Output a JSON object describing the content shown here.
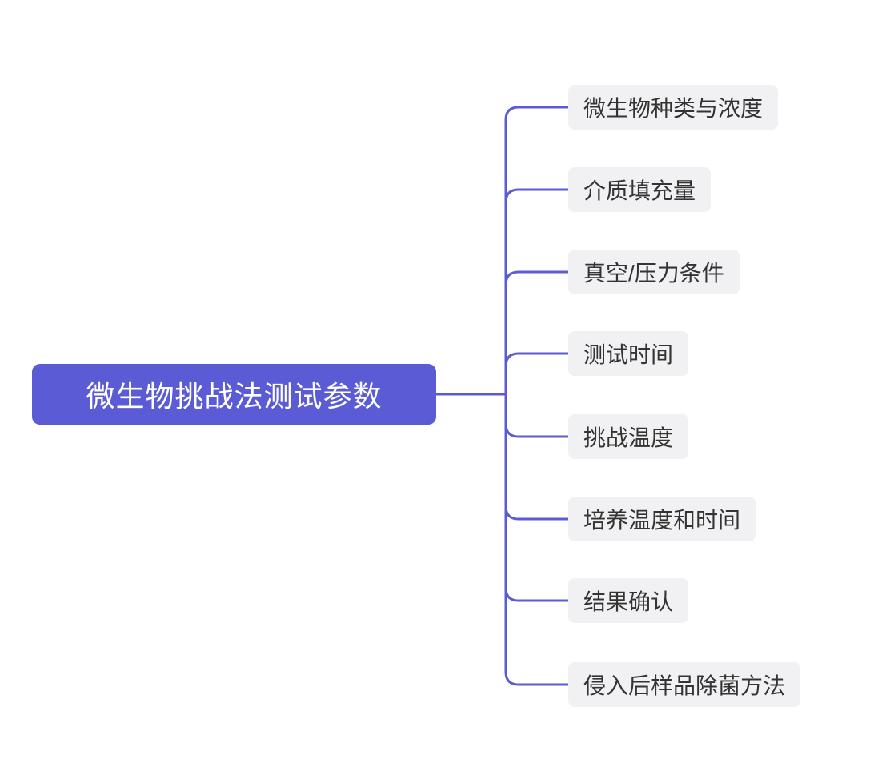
{
  "root": {
    "label": "微生物挑战法测试参数"
  },
  "children": [
    {
      "label": "微生物种类与浓度"
    },
    {
      "label": "介质填充量"
    },
    {
      "label": "真空/压力条件"
    },
    {
      "label": "测试时间"
    },
    {
      "label": "挑战温度"
    },
    {
      "label": "培养温度和时间"
    },
    {
      "label": "结果确认"
    },
    {
      "label": "侵入后样品除菌方法"
    }
  ],
  "colors": {
    "root_fill": "#5B5BD6",
    "root_text": "#FFFFFF",
    "branch_line": "#5B5BD6",
    "child_fill": "#F1F1F3",
    "child_text": "#333333",
    "canvas_bg": "#FFFFFF"
  }
}
